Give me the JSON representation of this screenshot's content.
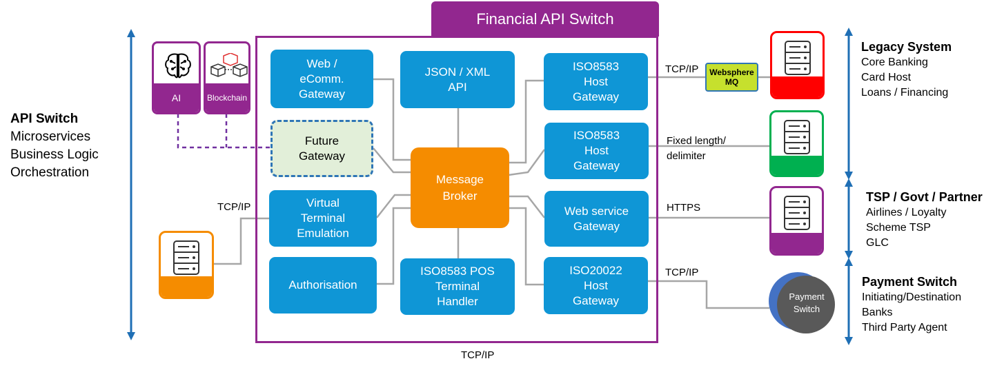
{
  "title": "Financial  API Switch",
  "left_panel": {
    "title": "API Switch",
    "items": [
      "Microservices",
      "Business Logic",
      "Orchestration"
    ]
  },
  "tiles": {
    "ai": "AI",
    "blockchain": "Blockchain"
  },
  "gateways": {
    "web_ecomm": "Web /\neComm.\nGateway",
    "json_xml": "JSON / XML\nAPI",
    "iso8583_1": "ISO8583\nHost\nGateway",
    "iso8583_2": "ISO8583\nHost\nGateway",
    "future": "Future\nGateway",
    "broker": "Message\nBroker",
    "vte": "Virtual\nTerminal\nEmulation",
    "web_service": "Web service\nGateway",
    "authorisation": "Authorisation",
    "iso8583_pos": "ISO8583 POS\nTerminal\nHandler",
    "iso20022": "ISO20022\nHost\nGateway"
  },
  "connectors": {
    "tcpip_top": "TCP/IP",
    "fixed_length": "Fixed length/\ndelimiter",
    "https": "HTTPS",
    "tcpip_payment": "TCP/IP",
    "tcpip_left": "TCP/IP",
    "tcpip_bottom": "TCP/IP",
    "websphere_mq": "Websphere\nMQ"
  },
  "payment_switch_icon": "Payment\nSwitch",
  "right_groups": {
    "legacy": {
      "title": "Legacy System",
      "items": [
        "Core Banking",
        "Card Host",
        "Loans / Financing"
      ]
    },
    "tsp": {
      "title": "TSP / Govt / Partner",
      "items": [
        "Airlines / Loyalty",
        "Scheme TSP",
        "GLC"
      ]
    },
    "payment": {
      "title": "Payment Switch",
      "items": [
        "Initiating/Destination",
        "Banks",
        "Third Party Agent"
      ]
    }
  },
  "colors": {
    "purple": "#92278f",
    "blue": "#0f96d6",
    "orange": "#f58c00",
    "red": "#ff0000",
    "green": "#00b050",
    "arrow": "#1f6fb5"
  }
}
